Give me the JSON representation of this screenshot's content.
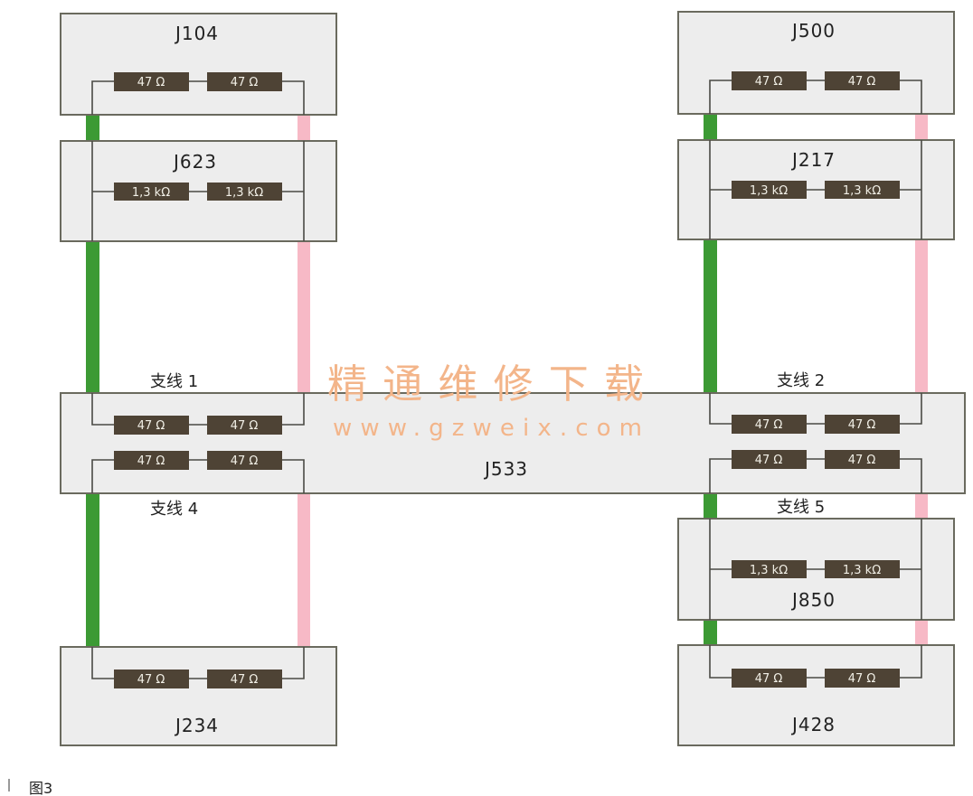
{
  "colors": {
    "can_high": "#3c9a34",
    "can_low": "#f7b9c6",
    "resistor": "#4e4335",
    "box": "#ededed"
  },
  "modules": {
    "j104": "J104",
    "j623": "J623",
    "j533": "J533",
    "j234": "J234",
    "j500": "J500",
    "j217": "J217",
    "j850": "J850",
    "j428": "J428"
  },
  "branches": {
    "b1": "支线 1",
    "b2": "支线 2",
    "b4": "支线 4",
    "b5": "支线 5"
  },
  "resistors": {
    "r47": "47 Ω",
    "r13": "1,3 kΩ"
  },
  "watermark": {
    "name": "精通维修下载",
    "url": "www.gzweix.com"
  },
  "caption": "图3"
}
